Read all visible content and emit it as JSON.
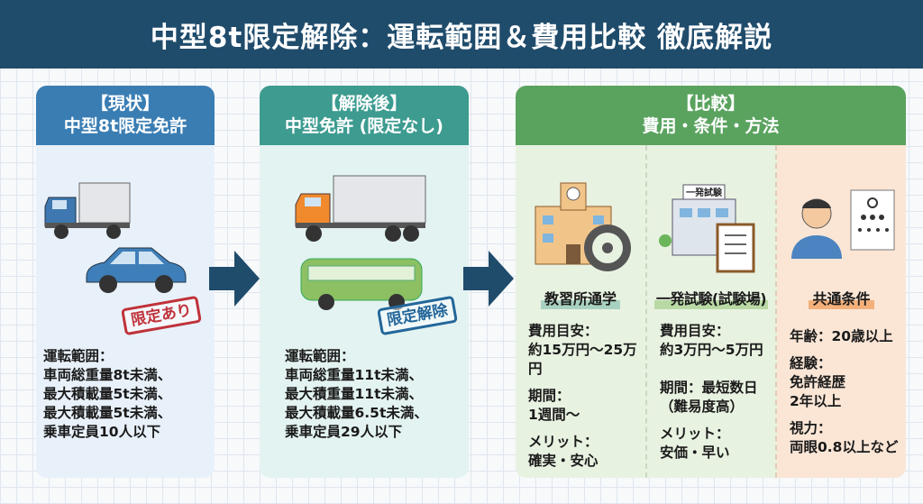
{
  "title": "中型8t限定解除：運転範囲＆費用比較 徹底解説",
  "current": {
    "header": [
      "【現状】",
      "中型8t限定免許"
    ],
    "stamp": "限定あり",
    "range": [
      "運転範囲：",
      "車両総重量8t未満、",
      "最大積載量5t未満、",
      "最大積載量5t未満、",
      "乗車定員10人以下"
    ]
  },
  "after": {
    "header": [
      "【解除後】",
      "中型免許 (限定なし)"
    ],
    "stamp": "限定解除",
    "range": [
      "運転範囲：",
      "車両総重量11t未満、",
      "最大積重量11t未満、",
      "最大積載量6.5t未満、",
      "乗車定員29人以下"
    ]
  },
  "compare": {
    "header": [
      "【比較】",
      "費用・条件・方法"
    ],
    "school": {
      "title": "教習所通学",
      "lines": [
        [
          "費用目安：",
          "約15万円〜25万円"
        ],
        [
          "期間：",
          "1週間〜"
        ],
        [
          "メリット：",
          "確実・安心"
        ]
      ]
    },
    "exam": {
      "title": "一発試験(試験場)",
      "sign": "一発試験",
      "lines": [
        [
          "費用目安：",
          "約3万円〜5万円"
        ],
        [
          "期間：最短数日",
          "（難易度高）"
        ],
        [
          "メリット：",
          "安価・早い"
        ]
      ]
    },
    "common": {
      "title": "共通条件",
      "lines": [
        [
          "年齢：20歳以上"
        ],
        [
          "経験：",
          "免許経歴",
          "2年以上"
        ],
        [
          "視力：",
          "両眼0.8以上など"
        ]
      ]
    }
  },
  "colors": {
    "header": "#204c6c",
    "current": "#3a7db3",
    "after": "#3d9b90",
    "compare": "#5aa35f"
  }
}
